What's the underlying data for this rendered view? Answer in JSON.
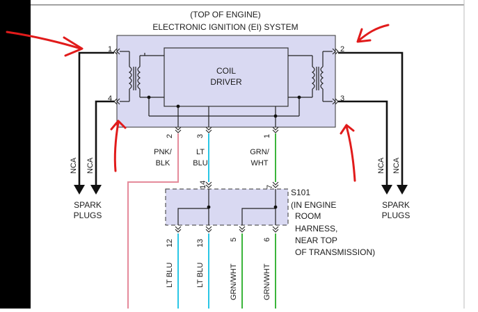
{
  "diagram": {
    "title_line1": "(TOP OF ENGINE)",
    "title_line2": "ELECTRONIC IGNITION (EI) SYSTEM",
    "coil_driver_line1": "COIL",
    "coil_driver_line2": "DRIVER",
    "pins": {
      "p1": "1",
      "p2": "2",
      "p3": "3",
      "p4": "4",
      "p_bot2": "2",
      "p_bot3": "3",
      "p_bot1": "1"
    },
    "nca": "NCA",
    "spark_left_1": "SPARK",
    "spark_left_2": "PLUGS",
    "spark_right_1": "SPARK",
    "spark_right_2": "PLUGS",
    "wire_pnk_1": "PNK/",
    "wire_pnk_2": "BLK",
    "wire_ltblu_1": "LT",
    "wire_ltblu_2": "BLU",
    "wire_grn_1": "GRN/",
    "wire_grn_2": "WHT",
    "splice_pins": {
      "s14": "14",
      "s7": "7",
      "s12": "12",
      "s13": "13",
      "s5": "5",
      "s6": "6"
    },
    "splice_id": "S101",
    "splice_note_1": "(IN ENGINE",
    "splice_note_2": "ROOM",
    "splice_note_3": "HARNESS,",
    "splice_note_4": "NEAR TOP",
    "splice_note_5": "OF TRANSMISSION)",
    "bottom_wire_12": "LT BLU",
    "bottom_wire_13": "LT BLU",
    "bottom_wire_5": "GRN/WHT",
    "bottom_wire_6": "GRN/WHT"
  },
  "colors": {
    "module_fill": "#d9d9f2",
    "splice_fill": "#d9d9f2",
    "wire_black": "#111111",
    "wire_pink": "#e58a9a",
    "wire_ltblue": "#29c6e6",
    "wire_green": "#3bb53b",
    "annotation_red": "#e11b1b",
    "left_bar": "#000000"
  }
}
